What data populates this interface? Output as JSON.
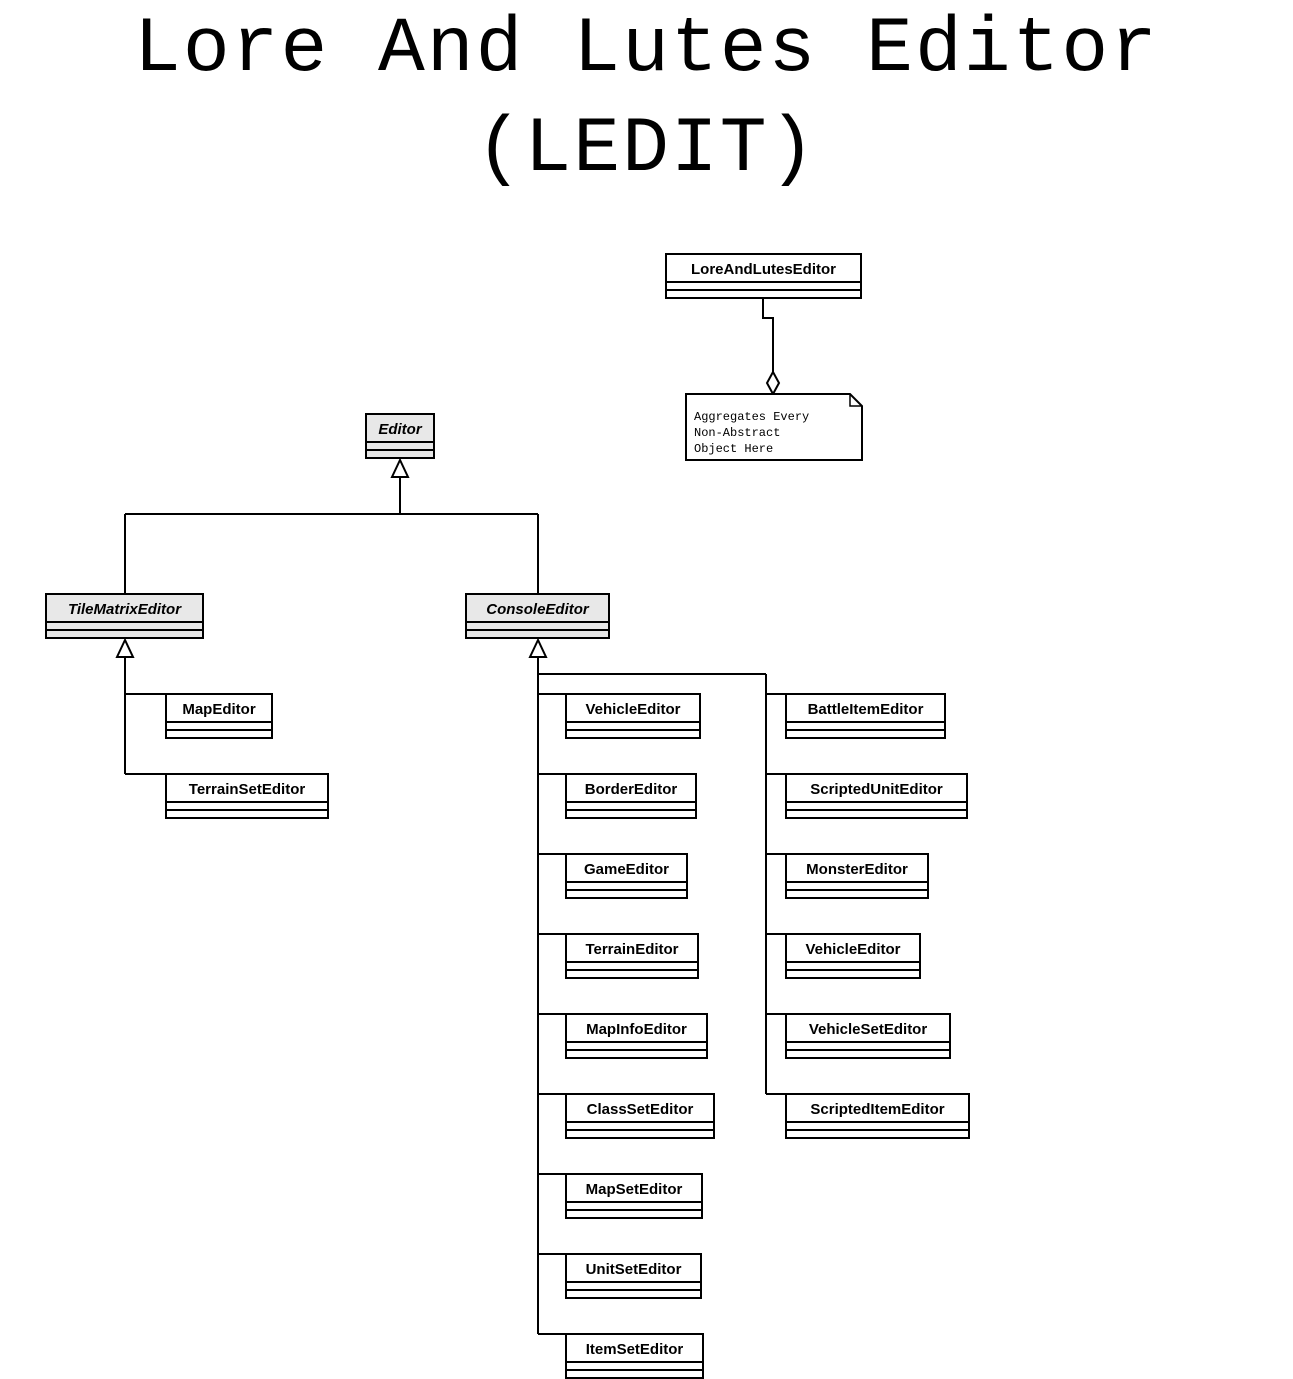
{
  "title": {
    "line1": "Lore And Lutes Editor",
    "line2": "(LEDIT)"
  },
  "classes": {
    "root": "LoreAndLutesEditor",
    "editor": "Editor",
    "tile_matrix_editor": "TileMatrixEditor",
    "console_editor": "ConsoleEditor",
    "map_editor": "MapEditor",
    "terrain_set_editor": "TerrainSetEditor",
    "console_children_left": [
      "VehicleEditor",
      "BorderEditor",
      "GameEditor",
      "TerrainEditor",
      "MapInfoEditor",
      "ClassSetEditor",
      "MapSetEditor",
      "UnitSetEditor",
      "ItemSetEditor"
    ],
    "console_children_right": [
      "BattleItemEditor",
      "ScriptedUnitEditor",
      "MonsterEditor",
      "VehicleEditor",
      "VehicleSetEditor",
      "ScriptedItemEditor"
    ]
  },
  "note": {
    "lines": [
      "Aggregates Every",
      "Non-Abstract",
      "Object Here"
    ]
  },
  "colors": {
    "abstract_fill": "#e8e8e8",
    "concrete_fill": "#ffffff",
    "stroke": "#000000"
  }
}
